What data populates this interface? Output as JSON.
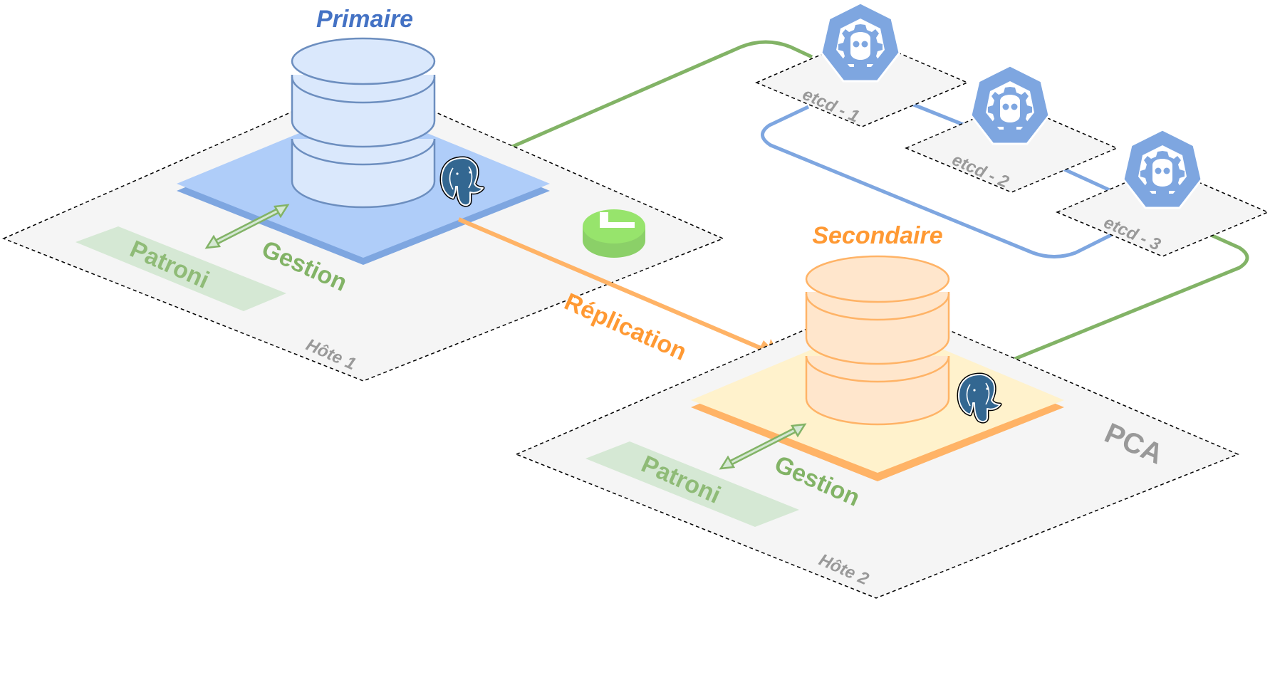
{
  "diagram": {
    "primary": {
      "title": "Primaire",
      "host_label": "Hôte 1",
      "patroni_label": "Patroni",
      "gestion_label": "Gestion"
    },
    "secondary": {
      "title": "Secondaire",
      "host_label": "Hôte 2",
      "patroni_label": "Patroni",
      "gestion_label": "Gestion",
      "site_label": "PCA"
    },
    "replication_label": "Réplication",
    "etcd_nodes": [
      {
        "label": "etcd - 1",
        "icon": "etcd-icon"
      },
      {
        "label": "etcd - 2",
        "icon": "etcd-icon"
      },
      {
        "label": "etcd - 3",
        "icon": "etcd-icon"
      }
    ],
    "icons": {
      "database": "database-cylinder-icon",
      "postgres": "postgresql-elephant-icon",
      "button": "green-button-icon",
      "bidirectional_arrow": "double-arrow-icon"
    },
    "colors": {
      "primary_blue": "#4472c4",
      "primary_fill": "#dae8fc",
      "primary_stroke": "#6c8ebf",
      "primary_plate": "#afcdf9",
      "primary_plate_edge": "#7ea6e0",
      "secondary_orange": "#ff9933",
      "secondary_fill": "#ffe6cc",
      "secondary_stroke": "#ffb366",
      "secondary_plate": "#fff2cc",
      "green": "#82b366",
      "green_light": "#d5e8d4",
      "etcd_blue": "#7ea6e0",
      "host_fill": "#f5f5f5",
      "grey_text": "#999999"
    }
  }
}
